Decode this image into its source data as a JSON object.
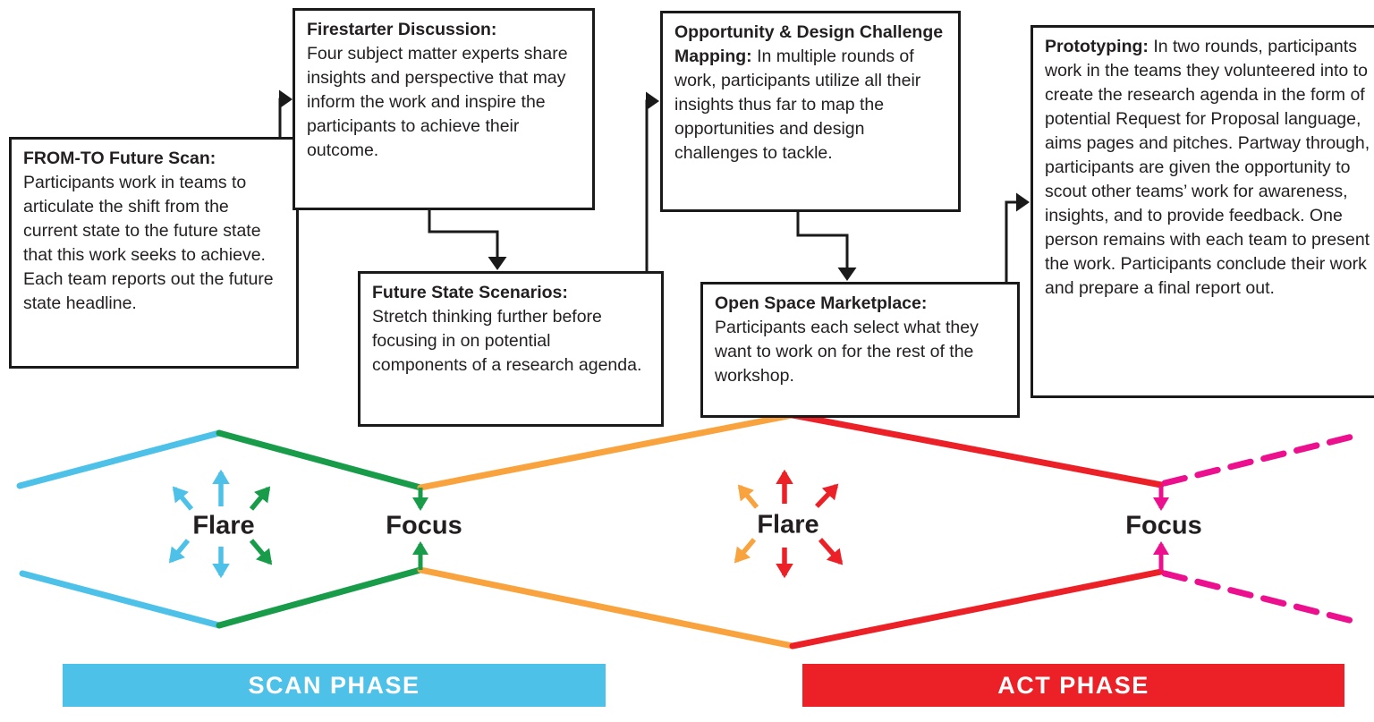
{
  "colors": {
    "ink": "#1a1a1a",
    "text": "#231f20",
    "blue": "#4ec1e9",
    "green": "#189c4a",
    "orange": "#f9a33f",
    "red": "#ec2027",
    "pink": "#ec0f8e"
  },
  "boxes": [
    {
      "title": "FROM-TO Future Scan:",
      "body": "Participants work in teams to articulate the shift from the current state to the future state that this work seeks to achieve. Each team reports out the future state headline."
    },
    {
      "title": "Firestarter Discussion:",
      "body": "Four subject matter experts share insights and perspective that may inform the work and inspire the participants to achieve their outcome."
    },
    {
      "title": "Future State Scenarios:",
      "body": "Stretch thinking further before focusing in on potential components of a research agenda."
    },
    {
      "title": "Opportunity & Design Challenge Mapping:",
      "body": "In multiple rounds of work, participants utilize all their insights thus far to map the opportunities and design challenges to tackle."
    },
    {
      "title": "Open Space Marketplace:",
      "body": "Participants each select what they want to work on for the rest of the workshop."
    },
    {
      "title": "Prototyping:",
      "body": "In two rounds, participants work in the teams they volunteered into to create the research agenda in the form of potential Request for Proposal language, aims pages and pitches. Partway through, participants are given the opportunity to scout other teams’ work for awareness, insights, and to provide feedback. One person remains with each team to present the work. Participants conclude their work and prepare a final report out."
    }
  ],
  "labels": {
    "flare1": "Flare",
    "focus1": "Focus",
    "flare2": "Flare",
    "focus2": "Focus"
  },
  "phases": [
    {
      "label": "SCAN PHASE"
    },
    {
      "label": "ACT PHASE"
    }
  ]
}
